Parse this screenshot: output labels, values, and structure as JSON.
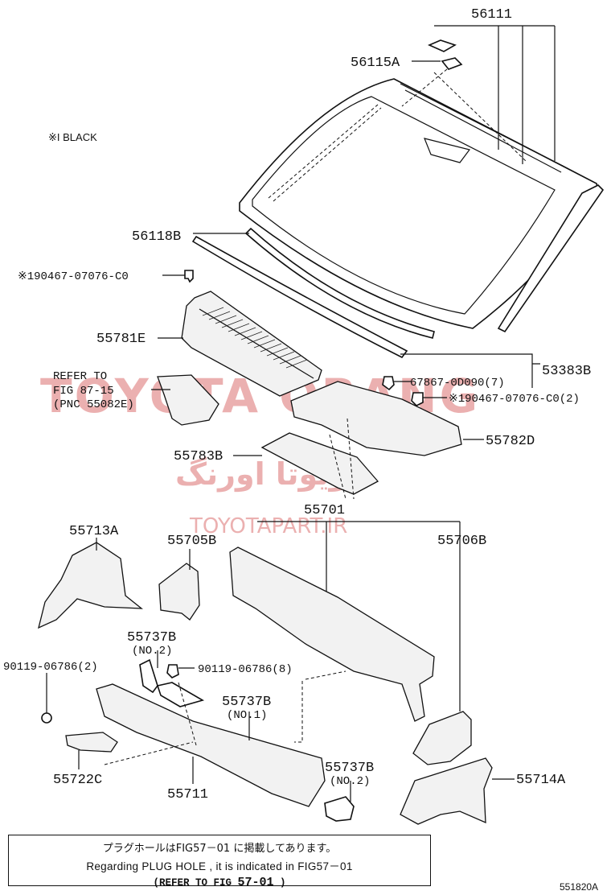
{
  "diagram_code": "551820A",
  "legend": "※I BLACK",
  "watermark": {
    "latin": "TOYOTA ORANG",
    "persian": "تویوتا اورنگ",
    "url": "TOYOTAPART.IR"
  },
  "labels": {
    "p56111": "56111",
    "p56115A": "56115A",
    "p56118B": "56118B",
    "p190467_left": "※190467-07076-C0",
    "p55781E": "55781E",
    "p53383B": "53383B",
    "p67867": "67867-0D090(7)",
    "p190467_right": "※190467-07076-C0(2)",
    "refer1": "REFER TO",
    "refer2": "FIG 87-15",
    "refer3": "(PNC 55082E)",
    "p55782D": "55782D",
    "p55783B": "55783B",
    "p55701": "55701",
    "p55713A": "55713A",
    "p55705B": "55705B",
    "p55706B": "55706B",
    "p55737B_a": "55737B",
    "p55737B_a_sub": "(NO.2)",
    "p90119_left": "90119-06786(2)",
    "p90119_right": "90119-06786(8)",
    "p55737B_b": "55737B",
    "p55737B_b_sub": "(NO.1)",
    "p55722C": "55722C",
    "p55711": "55711",
    "p55737B_c": "55737B",
    "p55737B_c_sub": "(NO.2)",
    "p55714A": "55714A"
  },
  "note": {
    "line1": "プラグホールはFIG57－01 に掲載してあります。",
    "line2": "Regarding PLUG HOLE , it is indicated in FIG57－01",
    "line3_prefix": "(REFER TO FIG",
    "line3_fig": "57-01",
    "line3_suffix": ")"
  }
}
